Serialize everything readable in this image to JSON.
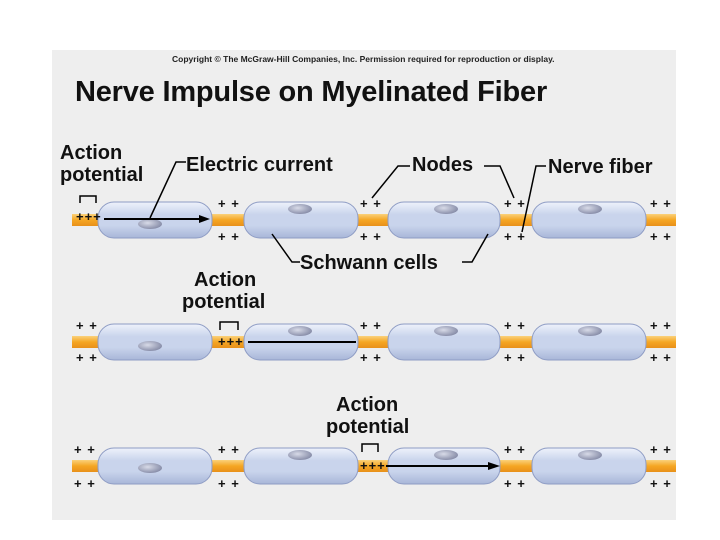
{
  "copyright": "Copyright © The McGraw-Hill Companies, Inc. Permission required for reproduction or display.",
  "title": "Nerve Impulse on Myelinated Fiber",
  "labels": {
    "action_potential_line1": "Action",
    "action_potential_line2": "potential",
    "electric_current": "Electric current",
    "nodes": "Nodes",
    "nerve_fiber": "Nerve fiber",
    "schwann_cells": "Schwann cells"
  },
  "charges": {
    "double_plus": "+ +",
    "ap_plus": "+++"
  },
  "colors": {
    "axon": "#f5a623",
    "axon_light": "#fbd17a",
    "myelin": "#c9d4ec",
    "myelin_edge": "#8e9cc4",
    "panel": "#eeeeee"
  }
}
